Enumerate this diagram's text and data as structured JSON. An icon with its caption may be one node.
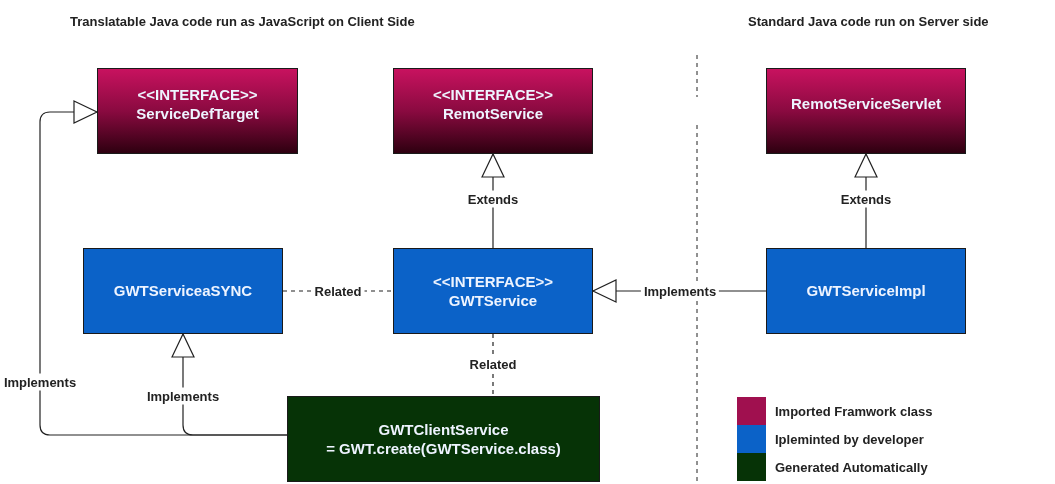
{
  "diagram": {
    "nodes": [
      {
        "text": [
          "<<INTERFACE>>",
          "ServiceDefTarget"
        ]
      },
      {
        "text": [
          "<<INTERFACE>>",
          "RemotService"
        ]
      },
      {
        "text": [
          "RemotServiceServlet"
        ]
      },
      {
        "text": [
          "GWTServiceaSYNC"
        ]
      },
      {
        "text": [
          "<<INTERFACE>>",
          "GWTService"
        ]
      },
      {
        "text": [
          "GWTServiceImpl"
        ]
      },
      {
        "text": [
          "GWTClientService",
          "= GWT.create(GWTService.class)"
        ]
      }
    ],
    "edges": [
      {
        "from": 4,
        "to": 1,
        "arrow": "to",
        "label": "Extends"
      },
      {
        "from": 5,
        "to": 2,
        "arrow": "to",
        "label": "Extends"
      },
      {
        "from": 3,
        "to": 4,
        "arrow": "none",
        "label": "Related",
        "style": "dashed"
      },
      {
        "from": 5,
        "to": 4,
        "arrow": "to",
        "label": "Implements"
      },
      {
        "from": 4,
        "to": 6,
        "arrow": "none",
        "label": "Related",
        "style": "dashed"
      },
      {
        "from": 6,
        "to": 3,
        "arrow": "to",
        "label": "Implements"
      },
      {
        "from": 6,
        "to": 0,
        "arrow": "to",
        "label": "Implements"
      }
    ],
    "labels": [
      "Translatable Java code run as JavaScript on Client Side",
      "Standard Java code run on Server side"
    ],
    "legend": [
      {
        "text": "Imported Framwork class",
        "color": "#a0104f"
      },
      {
        "text": "Ipleminted by developer",
        "color": "#0b62c8"
      },
      {
        "text": "Generated Automatically",
        "color": "#063306"
      }
    ]
  }
}
